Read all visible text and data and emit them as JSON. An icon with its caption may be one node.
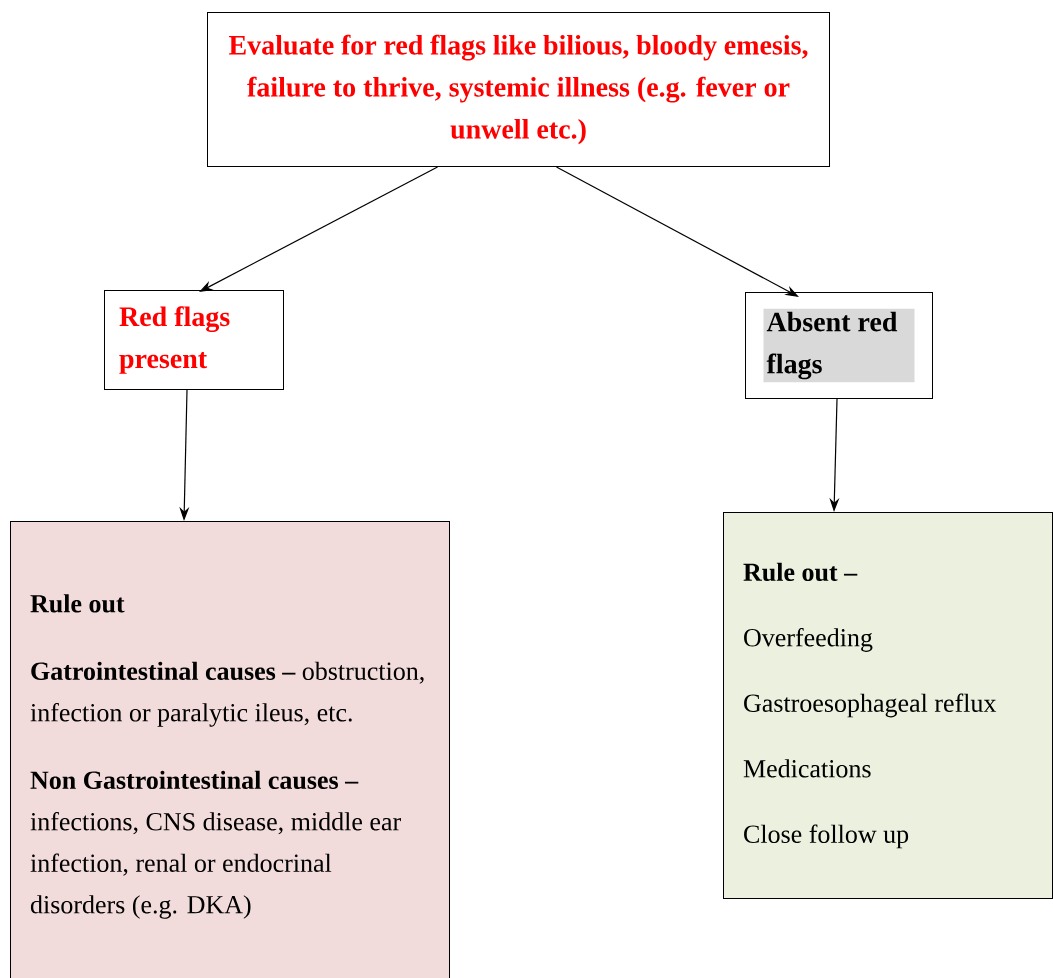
{
  "diagram": {
    "nodes": [
      {
        "text": [
          "Evaluate for red flags like bilious, bloody emesis, failure to thrive, systemic illness (e.g. fever or unwell etc.)"
        ]
      },
      {
        "text": [
          "Red flags present"
        ]
      },
      {
        "text": [
          "Absent red flags"
        ]
      },
      {
        "text": [
          "Rule out",
          "**Gatrointestinal causes –** obstruction, infection or paralytic ileus, etc.",
          "**Non Gastrointestinal causes –** infections, CNS disease, middle ear infection, renal or endocrinal disorders (e.g. DKA)"
        ]
      },
      {
        "text": [
          "Rule out –",
          "Overfeeding",
          "Gastroesophageal reflux",
          "Medications",
          "Close follow up"
        ]
      }
    ],
    "edges": [
      {
        "from": 0,
        "to": 1,
        "arrow": "to"
      },
      {
        "from": 0,
        "to": 2,
        "arrow": "to"
      },
      {
        "from": 1,
        "to": 3,
        "arrow": "to"
      },
      {
        "from": 2,
        "to": 4,
        "arrow": "to"
      }
    ]
  }
}
